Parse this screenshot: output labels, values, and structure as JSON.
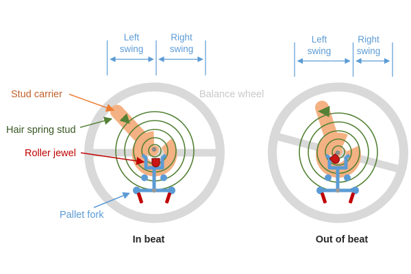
{
  "colors": {
    "gray": "#d9d9d9",
    "grayText": "#c9c9c9",
    "orange": "#f4b183",
    "orangeArrow": "#ed7d31",
    "studText": "#c0612b",
    "green": "#538135",
    "darkGreenText": "#375623",
    "red": "#c00000",
    "jewel": "#cc1616",
    "jewelEdge": "#8c1212",
    "blue": "#5b9bd5",
    "ink": "#262626",
    "staffGray": "#8a8a8a",
    "pivotGray": "#9a9a9a"
  },
  "annotations": {
    "stud_carrier": "Stud carrier",
    "hair_spring_stud": "Hair spring stud",
    "roller_jewel": "Roller jewel",
    "pallet_fork": "Pallet fork",
    "balance_wheel": "Balance wheel"
  },
  "diagrams": [
    {
      "caption": "In beat",
      "left_swing": "Left swing",
      "right_swing": "Right swing"
    },
    {
      "caption": "Out of beat",
      "left_swing": "Left swing",
      "right_swing": "Right swing"
    }
  ]
}
